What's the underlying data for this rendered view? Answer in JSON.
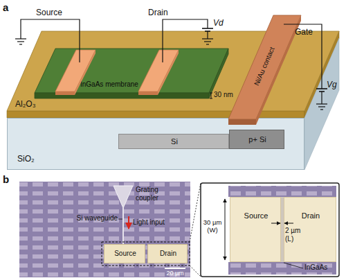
{
  "diagram": {
    "nodes": [
      {
        "text": [
          "Al₂O₃"
        ]
      },
      {
        "text": [
          "InGaAs membrane"
        ],
        "in": 0
      },
      {
        "text": [
          "SiO₂"
        ]
      },
      {
        "text": [
          "Si"
        ],
        "in": 2
      },
      {
        "text": [
          "p+ Si"
        ],
        "in": 2
      },
      {
        "text": [
          "Source"
        ]
      },
      {
        "text": [
          "Drain"
        ]
      },
      {
        "text": [
          "Source"
        ]
      },
      {
        "text": [
          "Drain"
        ]
      }
    ],
    "labels": [
      "a",
      "Source",
      "Drain",
      "Vd",
      "Gate",
      "Vg",
      "Ni/Au contact",
      "30 nm",
      "b",
      "Grating coupler",
      "Si waveguide",
      "Light input",
      "20 µm",
      "30 µm (W)",
      "2 µm (L)",
      "InGaAs"
    ]
  }
}
